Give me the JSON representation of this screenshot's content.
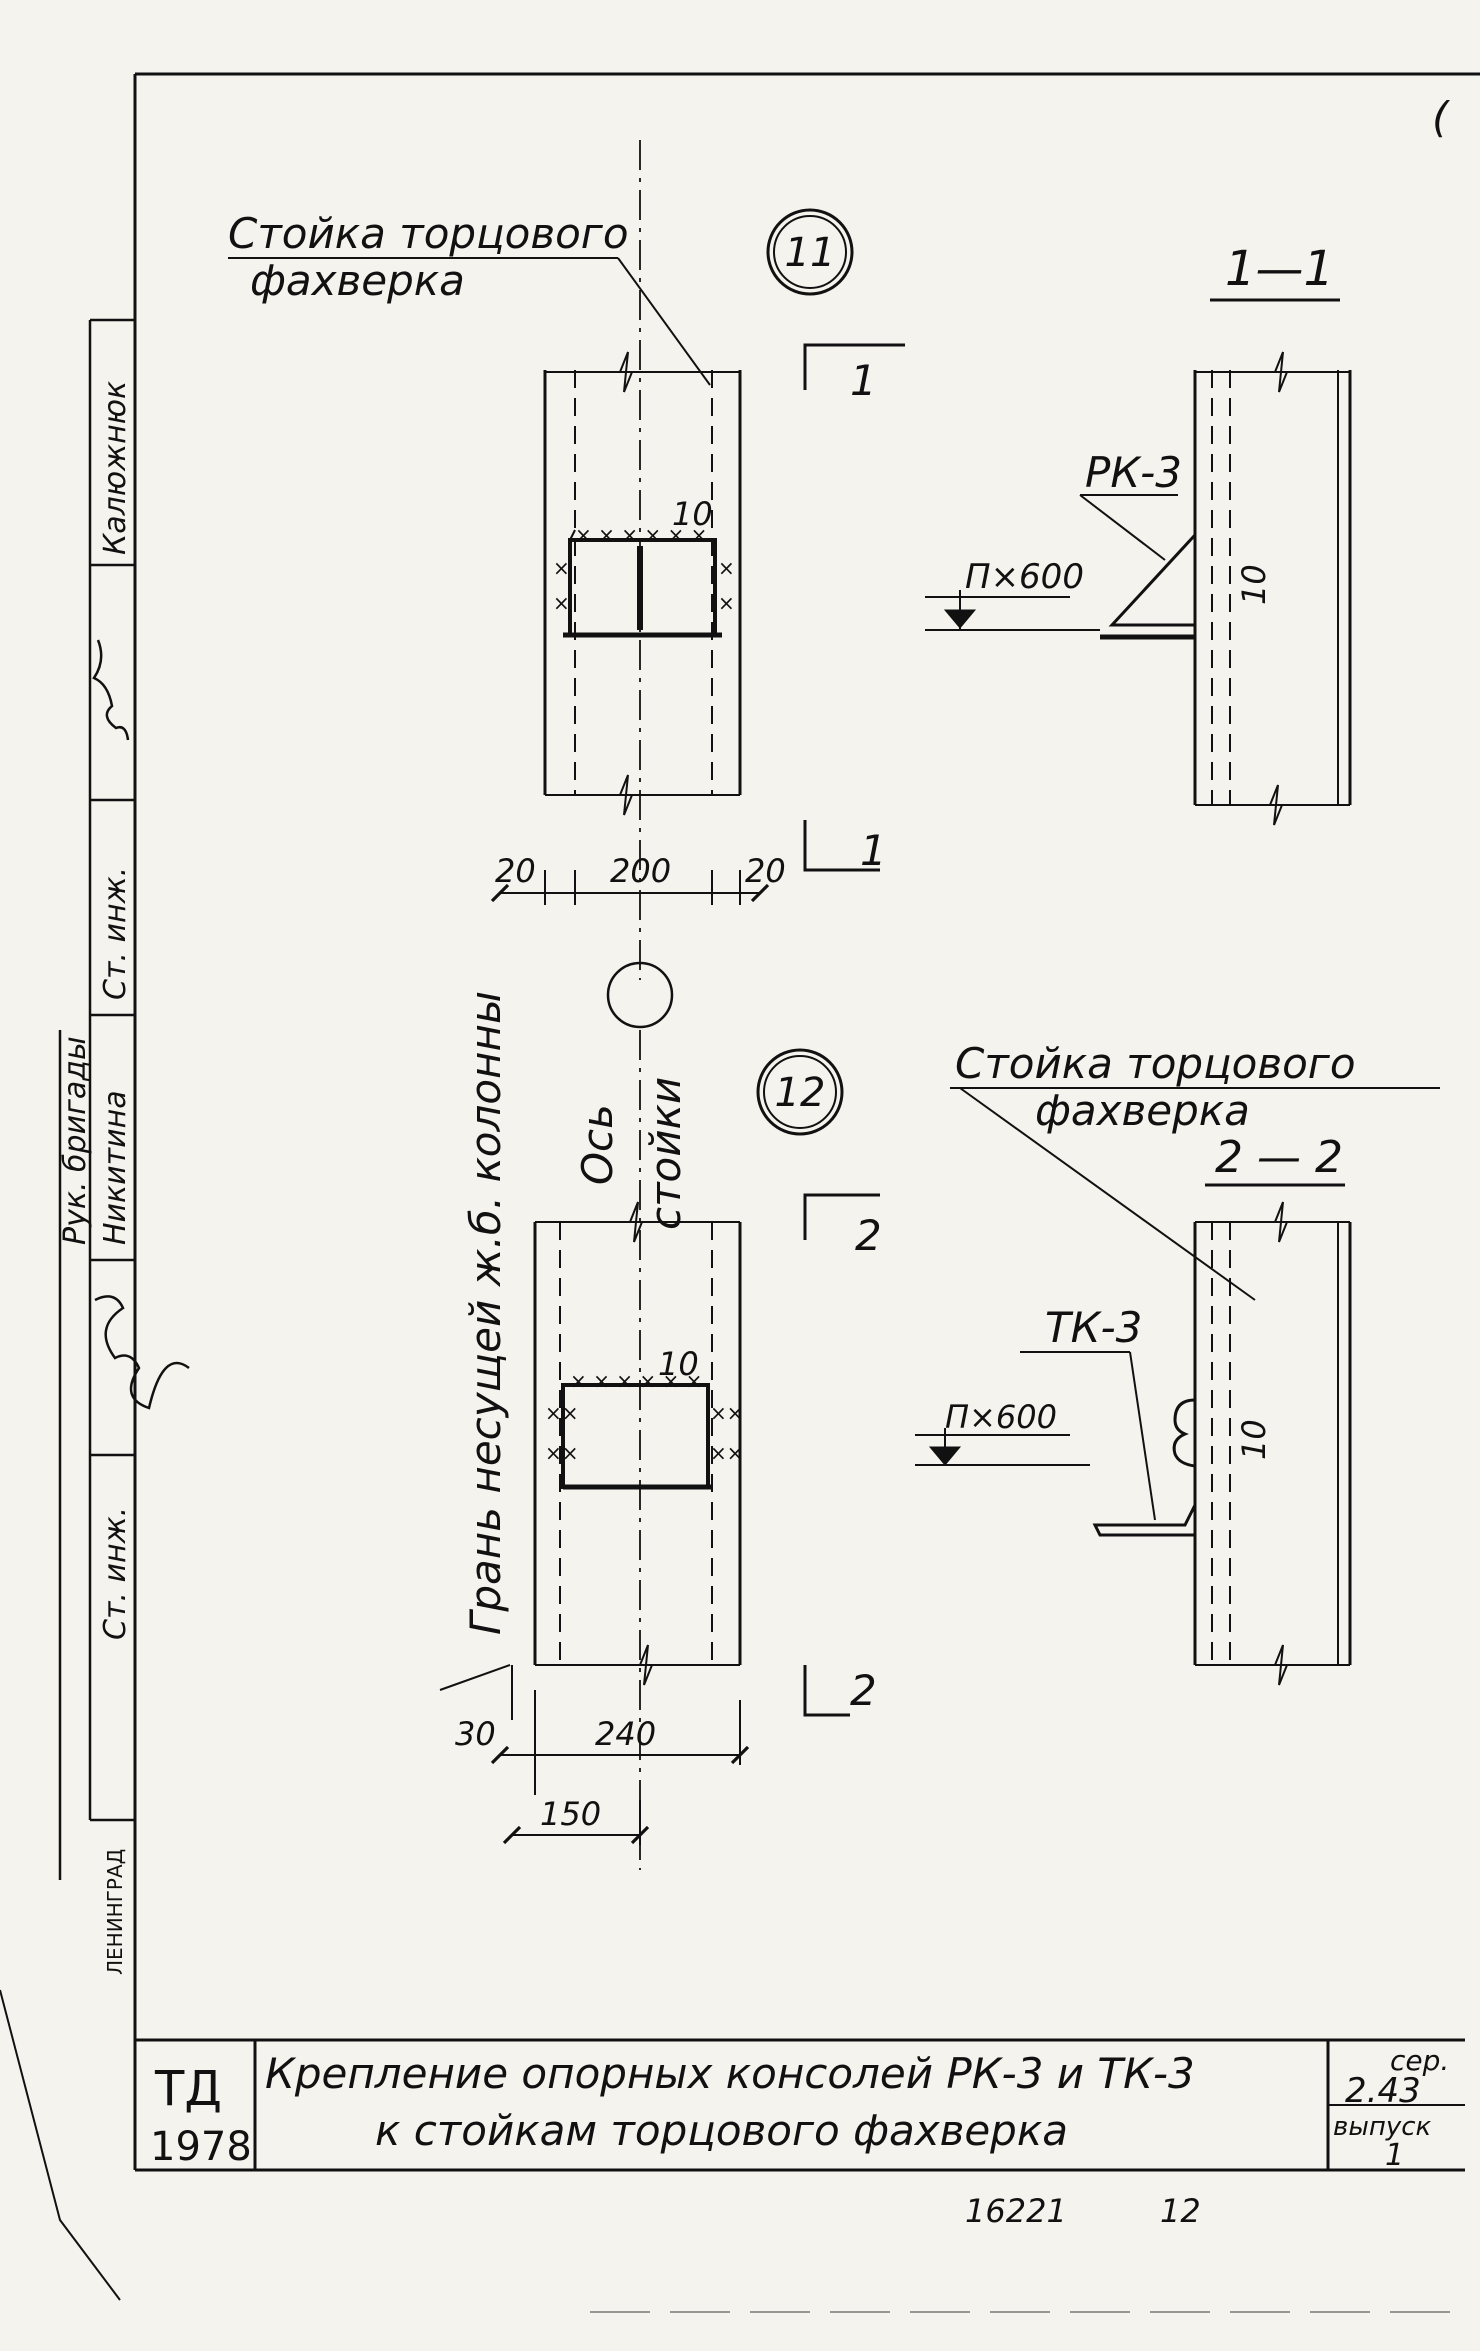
{
  "sheet_marker": "(",
  "left_stamp": {
    "rows": [
      {
        "role": "Ст. инж.",
        "name": "Калюжнюк"
      },
      {
        "role": "Рук. бригады",
        "name": "Никитина"
      },
      {
        "role": "Ст. инж.",
        "name": ""
      }
    ],
    "city": "ЛЕНИНГРАД"
  },
  "node11": {
    "number": "11",
    "label_line1": "Стойка торцового",
    "label_line2": "фахверка",
    "weld": "10",
    "dims": [
      "20",
      "200",
      "20"
    ],
    "cut_top": "1",
    "cut_bottom": "1"
  },
  "node12": {
    "number": "12",
    "axis_line1": "Ось",
    "axis_line2": "стойки",
    "edge_label": "Грань несущей ж.б. колонны",
    "weld": "10",
    "dims": [
      "30",
      "240",
      "150"
    ],
    "cut_top": "2",
    "cut_bottom": "2"
  },
  "section1": {
    "title": "1—1",
    "part": "РК-3",
    "level": "П×600",
    "weld": "10"
  },
  "section2": {
    "label_line1": "Стойка торцового",
    "label_line2": "фахверка",
    "title": "2 — 2",
    "part": "ТК-3",
    "level": "П×600",
    "weld": "10"
  },
  "title_block": {
    "code": "ТД",
    "year": "1978",
    "title_line1": "Крепление опорных консолей  РК-3  и ТК-3",
    "title_line2": "к   стойкам торцового  фахверка",
    "series_label": "сер.",
    "series_value": "2.43",
    "issue_label": "выпуск",
    "issue_value": "1"
  },
  "footer": {
    "doc_number": "16221",
    "page": "12"
  }
}
